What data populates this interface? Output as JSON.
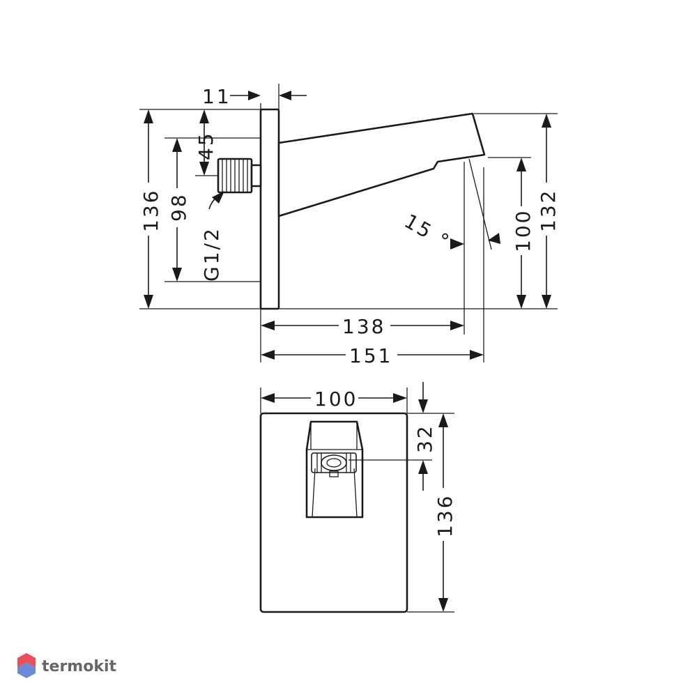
{
  "dimensions": {
    "side_view": {
      "plate_thickness": "11",
      "connection_offset": "45",
      "connection_span": "98",
      "thread": "G1/2",
      "plate_height": "136",
      "spout_height": "132",
      "outlet_height": "100",
      "angle": "15 °",
      "projection_outlet": "138",
      "projection_total": "151"
    },
    "front_view": {
      "width": "100",
      "outlet_offset": "32",
      "height": "136"
    }
  },
  "watermark": {
    "text": "termokit"
  },
  "colors": {
    "line": "#1a1a1a",
    "watermark_text": "#666666",
    "logo_red": "#e8505b",
    "logo_blue": "#6b8bd6"
  }
}
